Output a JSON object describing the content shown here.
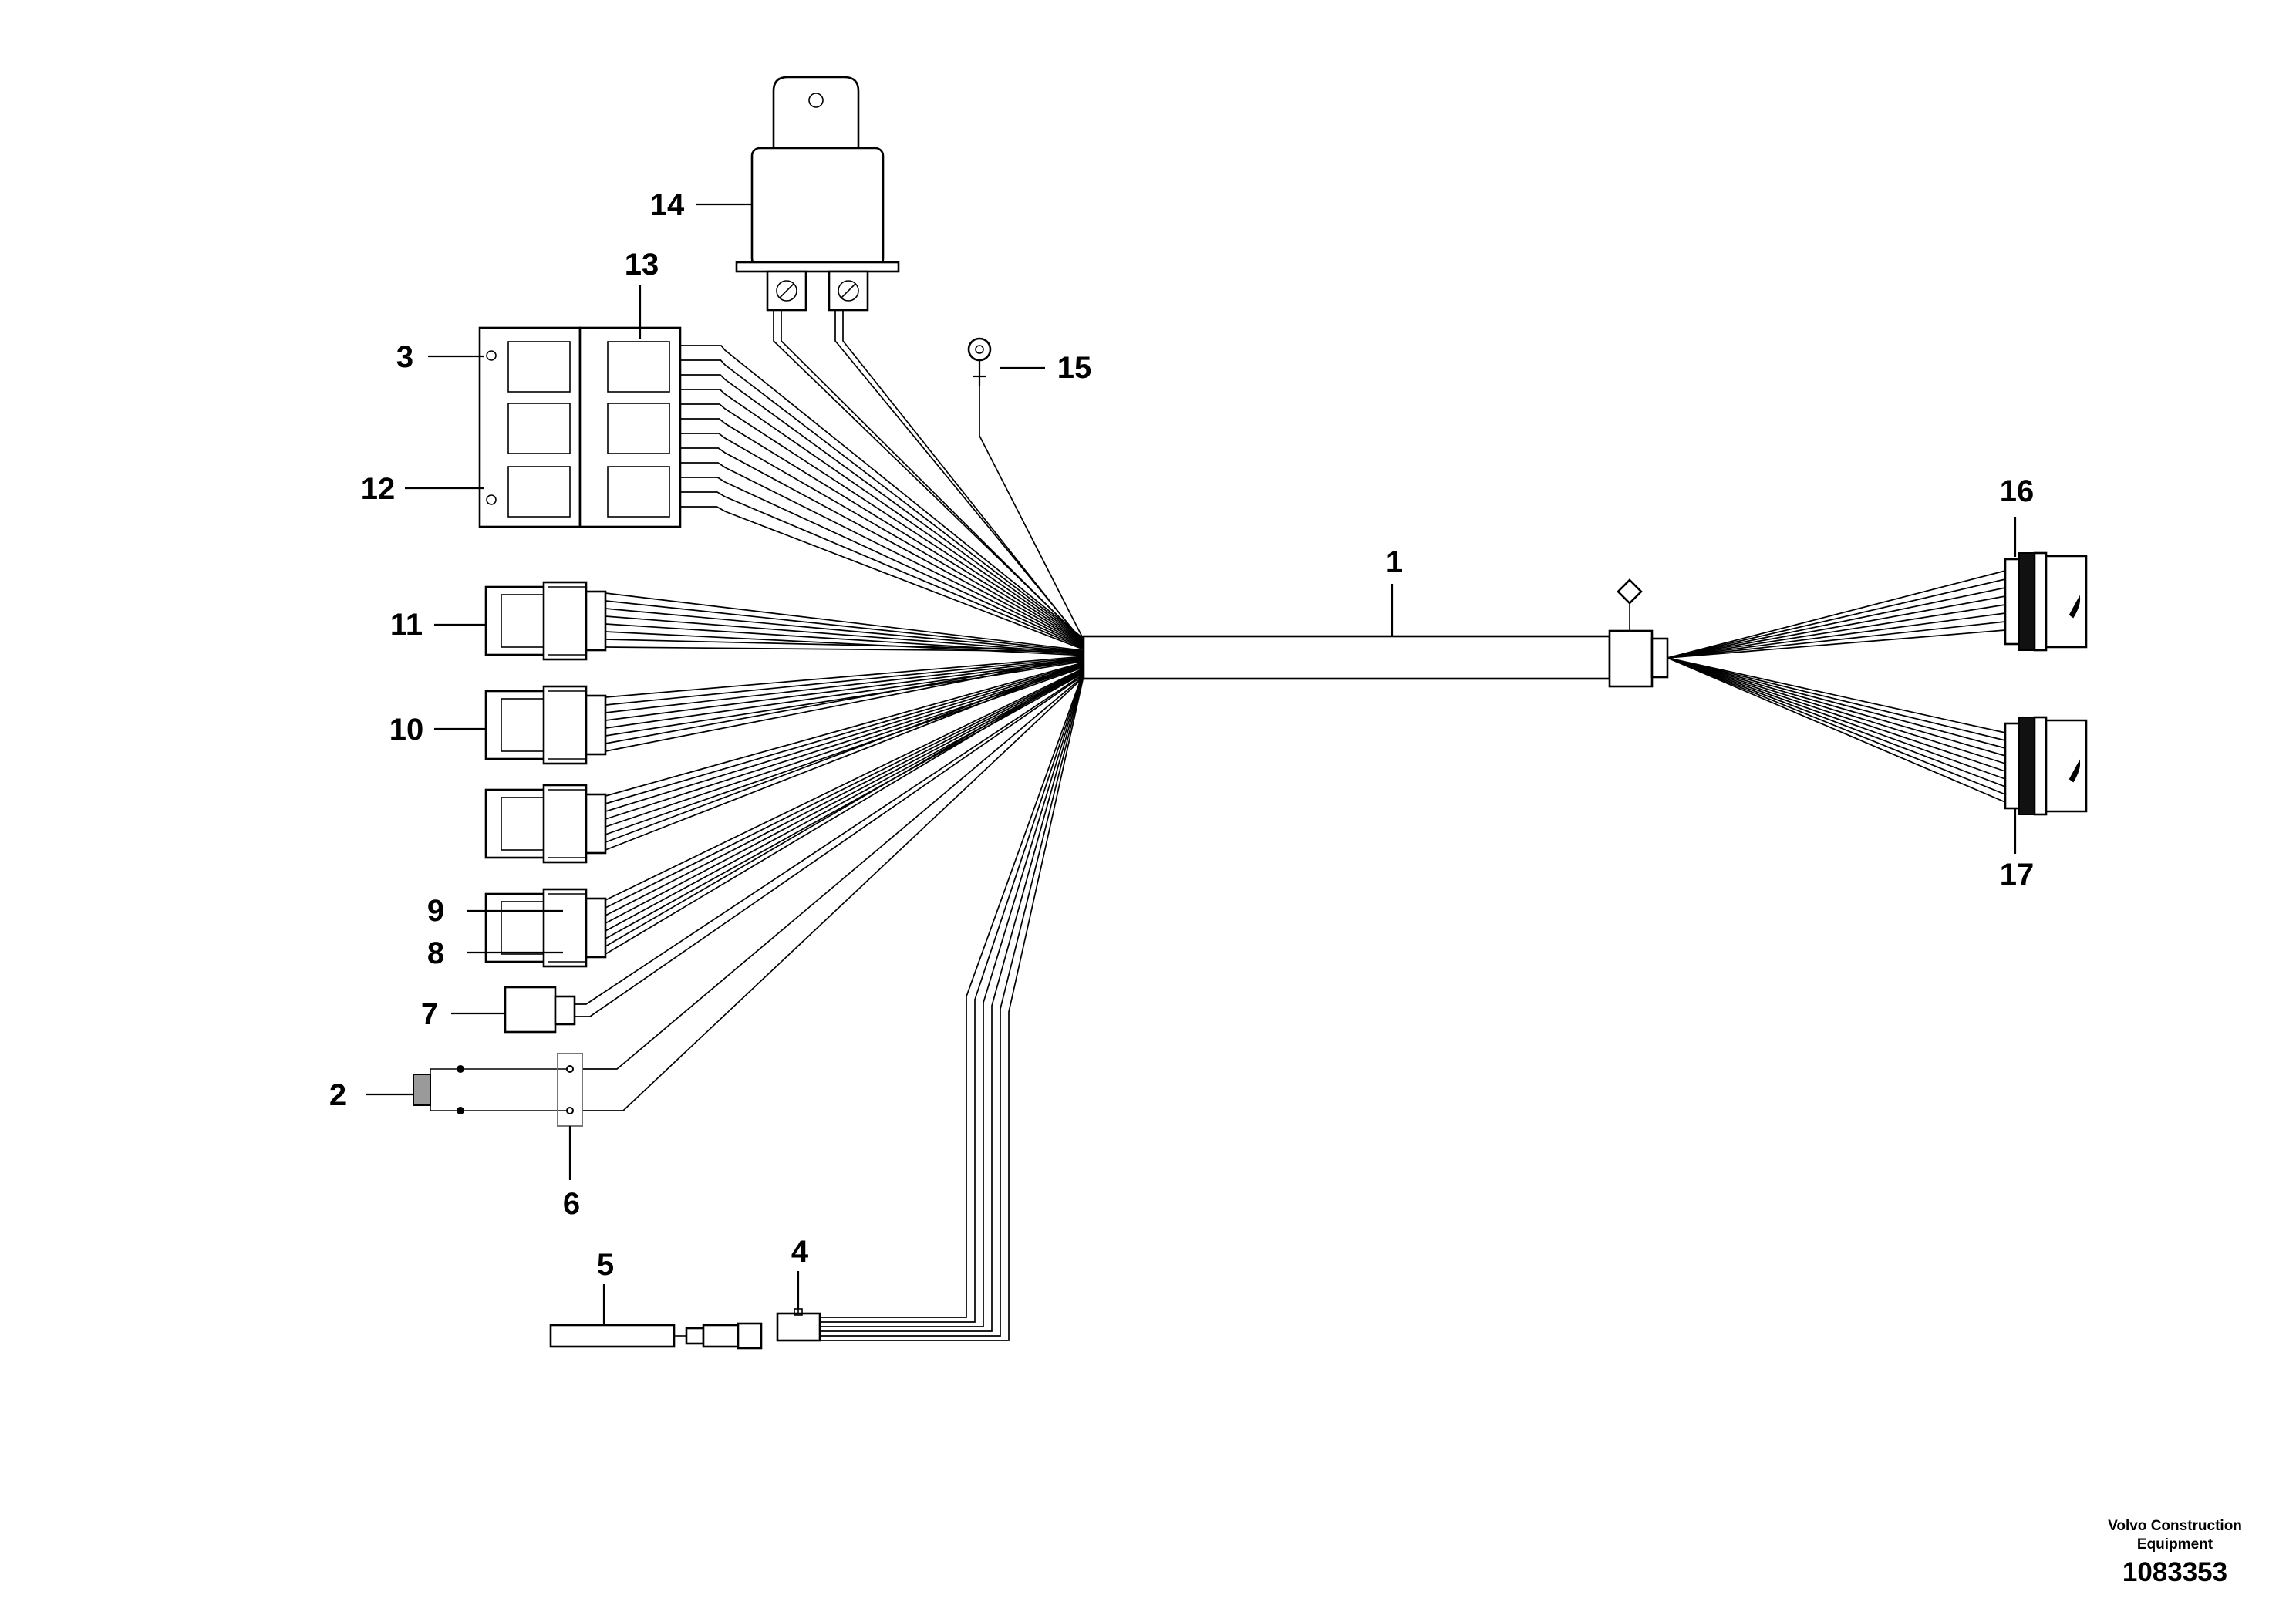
{
  "callouts": {
    "c1": "1",
    "c2": "2",
    "c3": "3",
    "c4": "4",
    "c5": "5",
    "c6": "6",
    "c7": "7",
    "c8": "8",
    "c9": "9",
    "c10": "10",
    "c11": "11",
    "c12": "12",
    "c13": "13",
    "c14": "14",
    "c15": "15",
    "c16": "16",
    "c17": "17"
  },
  "footer": {
    "company_line1": "Volvo Construction",
    "company_line2": "Equipment",
    "doc_number": "1083353"
  }
}
